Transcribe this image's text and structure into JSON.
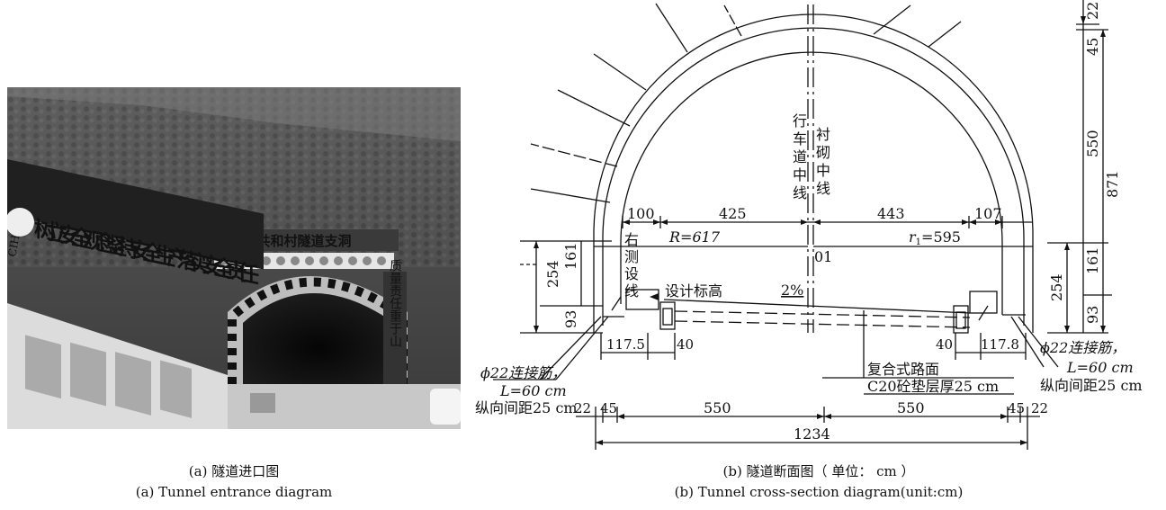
{
  "photo": {
    "banner_slogan": "树立安全观念  坚持安全生产  落实安全责任",
    "portal_sign": "共和村隧道支洞",
    "vertical_sign": "质量责任重于山",
    "logo_text": "CIH"
  },
  "captions": {
    "a_cn": "(a) 隧道进口图",
    "a_en": "(a) Tunnel entrance diagram",
    "b_cn": "(b) 隧道断面图（ 单位： cm ）",
    "b_en": "(b) Tunnel cross-section diagram(unit:cm)"
  },
  "diagram": {
    "centerline_road": [
      "行",
      "车",
      "道",
      "中",
      "线"
    ],
    "centerline_lining": [
      "衬",
      "砌",
      "中",
      "线"
    ],
    "side_line": [
      "右",
      "测",
      "设",
      "线"
    ],
    "design_elevation": "设计标高",
    "slope": "2%",
    "radius_left": "R=617",
    "radius_right_prefix": "r",
    "radius_right_sub": "1",
    "radius_right_value": "=595",
    "center_point": "01",
    "dims": {
      "d100": "100",
      "d425": "425",
      "d443": "443",
      "d107": "107",
      "d161_left": "161",
      "d254_left": "254",
      "d93_left": "93",
      "d1175": "117.5",
      "d40_left": "40",
      "d40_right": "40",
      "d1178": "117.8",
      "d254_right": "254",
      "d22_top": "22",
      "d45_top": "45",
      "d550_vert": "550",
      "d871": "871",
      "d161_right": "161",
      "d93_right": "93",
      "d22_bl": "22",
      "d45_bl": "45",
      "d550_bl": "550",
      "d550_br": "550",
      "d45_br": "45",
      "d22_br": "22",
      "d1234": "1234"
    },
    "left_note": {
      "line1": "ϕ22连接筋，",
      "line2": "L=60 cm",
      "line3": "纵向间距25 cm"
    },
    "right_note": {
      "line1": "ϕ22连接筋，",
      "line2": "L=60 cm",
      "line3": "纵向间距25 cm"
    },
    "pavement_note": {
      "line1": "复合式路面",
      "line2": "C20砼垫层厚25 cm"
    }
  }
}
